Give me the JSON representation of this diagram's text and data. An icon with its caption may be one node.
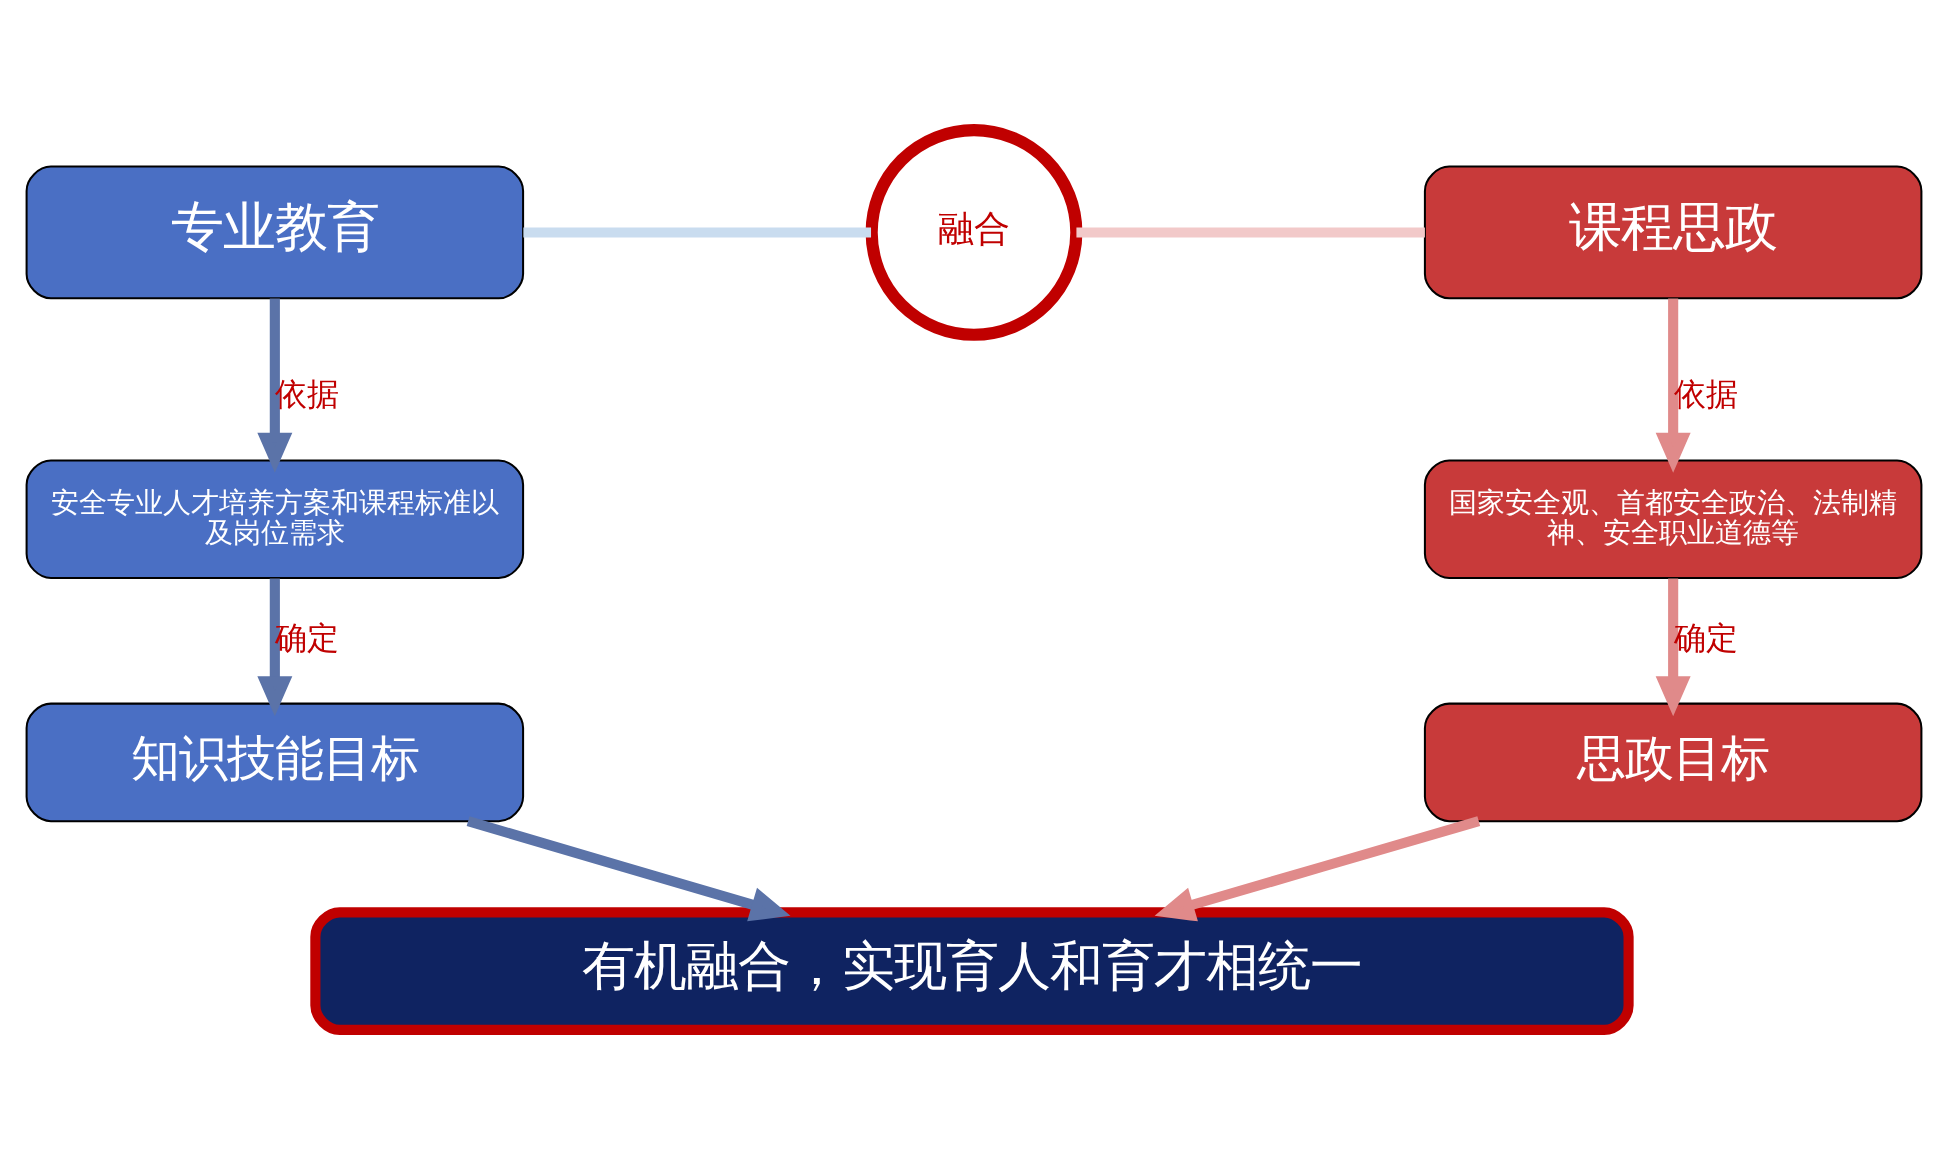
{
  "diagram": {
    "nodes": [
      {
        "text": [
          "专业教育"
        ]
      },
      {
        "text": [
          "融合"
        ]
      },
      {
        "text": [
          "课程思政"
        ]
      },
      {
        "text": [
          "安全专业人才培养方案和课程标准以及岗位需求"
        ]
      },
      {
        "text": [
          "国家安全观、首都安全政治、法制精神、安全职业道德等"
        ]
      },
      {
        "text": [
          "知识技能目标"
        ]
      },
      {
        "text": [
          "思政目标"
        ]
      },
      {
        "text": [
          "有机融合，实现育人和育才相统一"
        ]
      }
    ],
    "edges": [
      {
        "from": 0,
        "to": 1,
        "arrow": "none",
        "color": "#c9dcef"
      },
      {
        "from": 1,
        "to": 2,
        "arrow": "none",
        "color": "#f2c9c9"
      },
      {
        "from": 0,
        "to": 3,
        "arrow": "to",
        "label": "依据",
        "color": "#5b73a8"
      },
      {
        "from": 3,
        "to": 5,
        "arrow": "to",
        "label": "确定",
        "color": "#5b73a8"
      },
      {
        "from": 5,
        "to": 7,
        "arrow": "to",
        "color": "#5b73a8"
      },
      {
        "from": 2,
        "to": 4,
        "arrow": "to",
        "label": "依据",
        "color": "#e08a8a"
      },
      {
        "from": 4,
        "to": 6,
        "arrow": "to",
        "label": "确定",
        "color": "#e08a8a"
      },
      {
        "from": 6,
        "to": 7,
        "arrow": "to",
        "color": "#e08a8a"
      }
    ]
  }
}
